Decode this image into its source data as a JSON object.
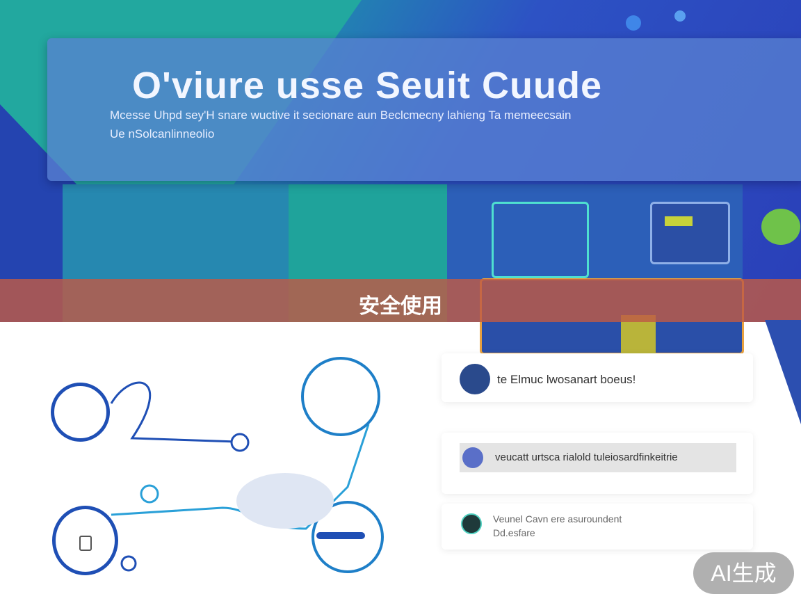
{
  "hero": {
    "title": "O'viure usse Seuit Cuude",
    "subtitle_line1": "Mcesse Uhpd sey'H snare wuctive it secionare aun Beclcmecny lahieng Ta memeecsain",
    "subtitle_line2": "Ue nSolcanlinneolio"
  },
  "ribbon": {
    "label": "安全使用"
  },
  "cards": [
    {
      "text": "te Elmuc lwosanart boeus!",
      "icon": "shield-icon",
      "icon_color": "#2a4a8c"
    },
    {
      "text": "veucatt urtsca rialold tuleiosardfinkeitrie",
      "icon": "rocket-icon",
      "icon_color": "#5a6fc8"
    },
    {
      "text_line1": "Veunel Cavn ere asuroundent",
      "text_line2": "Dd.esfare",
      "icon": "leaf-icon",
      "icon_color": "#1f3a3a"
    }
  ],
  "badge": {
    "label": "AI生成"
  },
  "colors": {
    "accent": "#1f4fb5",
    "ribbon": "#be5a46",
    "teal": "#4fe0d0"
  }
}
